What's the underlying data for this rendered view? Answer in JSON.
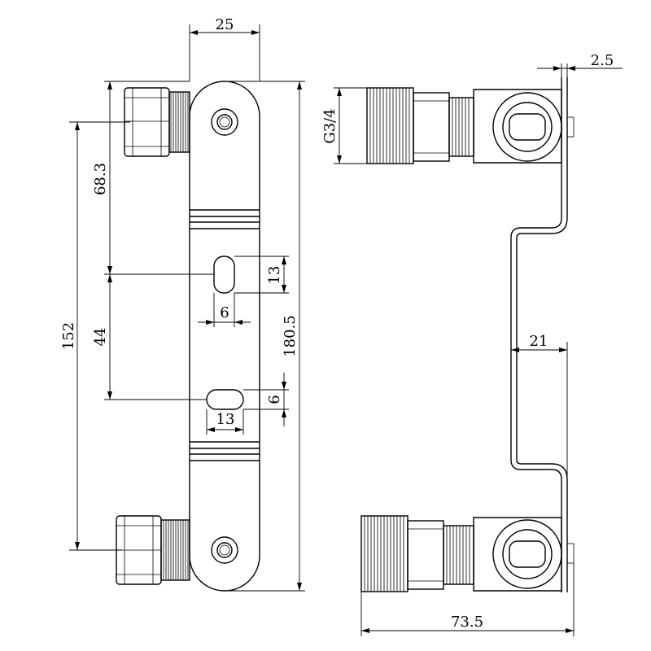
{
  "dimensions": {
    "width_top": "25",
    "plate_thickness": "2.5",
    "thread_size": "G3/4",
    "upper_to_slot": "68.3",
    "centers": "152",
    "slot_spacing": "44",
    "overall_length": "180.5",
    "upper_slot_height": "13",
    "upper_slot_width": "6",
    "lower_slot_height": "6",
    "lower_slot_width": "13",
    "offset_depth": "21",
    "overall_depth": "73.5"
  }
}
